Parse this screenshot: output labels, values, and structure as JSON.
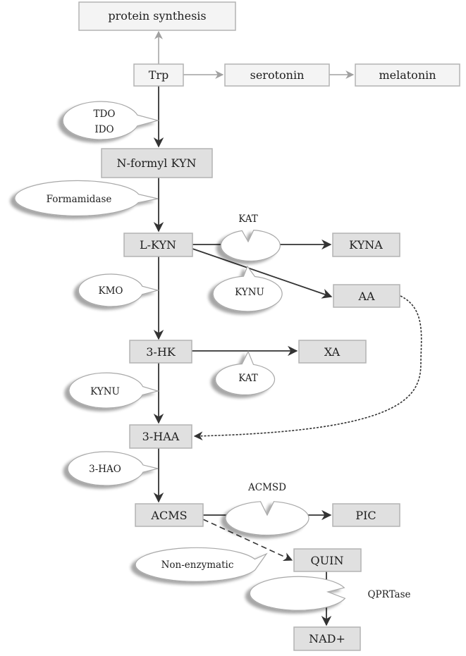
{
  "nodes": {
    "protein_synthesis": "protein synthesis",
    "trp": "Trp",
    "serotonin": "serotonin",
    "melatonin": "melatonin",
    "n_formyl_kyn": "N-formyl KYN",
    "l_kyn": "L-KYN",
    "kyna": "KYNA",
    "aa": "AA",
    "three_hk": "3-HK",
    "xa": "XA",
    "three_haa": "3-HAA",
    "acms": "ACMS",
    "pic": "PIC",
    "quin": "QUIN",
    "nad": "NAD+"
  },
  "enzymes": {
    "tdo": "TDO",
    "ido": "IDO",
    "formamidase": "Formamidase",
    "kat_kyna": "KAT",
    "kmo": "KMO",
    "kynu_aa": "KYNU",
    "kat_xa": "KAT",
    "kynu_3haa": "KYNU",
    "three_hao": "3-HAO",
    "acmsd": "ACMSD",
    "non_enzymatic": "Non-enzymatic",
    "qprtase": "QPRTase"
  }
}
